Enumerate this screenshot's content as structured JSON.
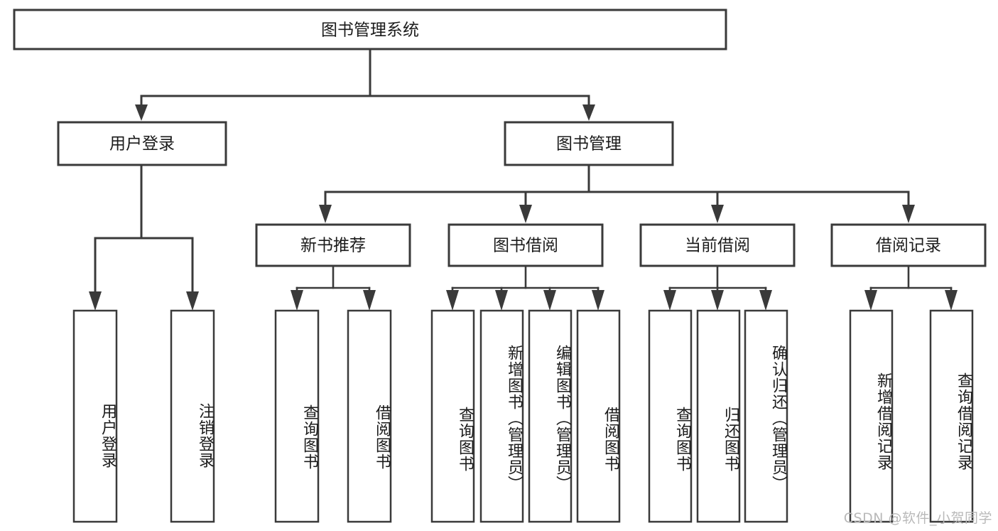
{
  "diagram": {
    "type": "tree-hierarchy",
    "title": "图书管理系统",
    "watermark": "CSDN @软件_小贺同学",
    "colors": {
      "stroke": "#3a3a3a",
      "fill": "#ffffff",
      "text": "#1b1b1b",
      "watermark": "#b9b9b9",
      "background": "#ffffff"
    },
    "root": {
      "label": "图书管理系统"
    },
    "level1": [
      {
        "label": "用户登录"
      },
      {
        "label": "图书管理"
      }
    ],
    "level2": [
      {
        "label": "新书推荐"
      },
      {
        "label": "图书借阅"
      },
      {
        "label": "当前借阅"
      },
      {
        "label": "借阅记录"
      }
    ],
    "leaves": {
      "user_login": [
        {
          "label": "用户登录"
        },
        {
          "label": "注销登录"
        }
      ],
      "new_book_recommend": [
        {
          "label": "查询图书"
        },
        {
          "label": "借阅图书"
        }
      ],
      "book_borrow": [
        {
          "label": "查询图书"
        },
        {
          "label": "新增图书（管理员）"
        },
        {
          "label": "编辑图书（管理员）"
        },
        {
          "label": "借阅图书"
        }
      ],
      "current_borrow": [
        {
          "label": "查询图书"
        },
        {
          "label": "归还图书"
        },
        {
          "label": "确认归还（管理员）"
        }
      ],
      "borrow_record": [
        {
          "label": "新增借阅记录"
        },
        {
          "label": "查询借阅记录"
        }
      ]
    }
  }
}
